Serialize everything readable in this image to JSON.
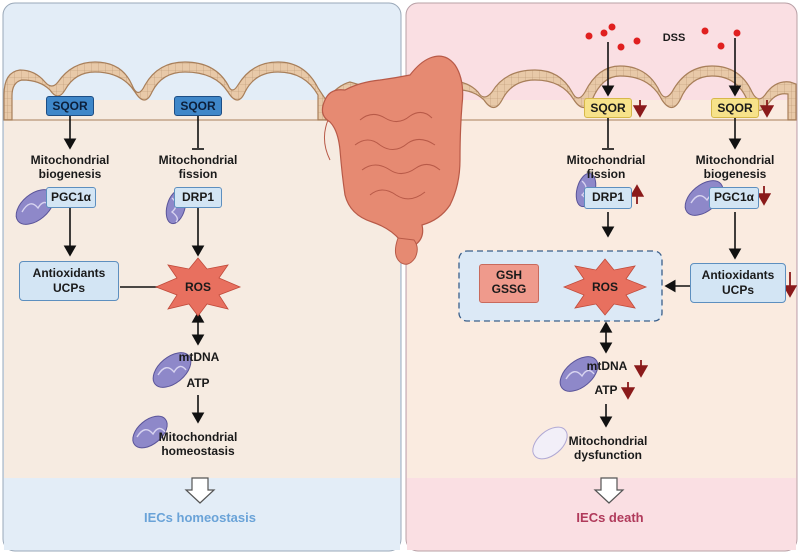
{
  "colors": {
    "left_panel": "#e3edf7",
    "left_inner": "#f6ebe1",
    "right_panel": "#fadfe3",
    "right_inner": "#faebe0",
    "villus_fill": "#e8c9a8",
    "villus_stroke": "#a87f5a",
    "sqor_blue": "#3f87c9",
    "sqor_yellow": "#f7e28a",
    "box_blue": "#d3e5f4",
    "ros_star": "#e8705f",
    "gsh_box": "#ef9a8c",
    "dark_red_arrow": "#8a1a1a",
    "footer_left": "#6aa3d8",
    "footer_right": "#b03a5b",
    "dss_dot": "#e02020",
    "mito": "#8e88c9"
  },
  "left": {
    "sqor_1": "SQOR",
    "sqor_2": "SQOR",
    "mito_biogenesis_1": "Mitochondrial",
    "mito_biogenesis_2": "biogenesis",
    "mito_fission_1": "Mitochondrial",
    "mito_fission_2": "fission",
    "pgc1a": "PGC1α",
    "drp1": "DRP1",
    "antioxidants_1": "Antioxidants",
    "antioxidants_2": "UCPs",
    "ros": "ROS",
    "mtdna": "mtDNA",
    "atp": "ATP",
    "homeostasis_1": "Mitochondrial",
    "homeostasis_2": "homeostasis",
    "footer": "IECs homeostasis"
  },
  "right": {
    "dss": "DSS",
    "sqor_1": "SQOR",
    "sqor_2": "SQOR",
    "mito_fission_1": "Mitochondrial",
    "mito_fission_2": "fission",
    "mito_biogenesis_1": "Mitochondrial",
    "mito_biogenesis_2": "biogenesis",
    "drp1": "DRP1",
    "pgc1a": "PGC1α",
    "gsh": "GSH",
    "gssg": "GSSG",
    "ros": "ROS",
    "antioxidants_1": "Antioxidants",
    "antioxidants_2": "UCPs",
    "mtdna": "mtDNA",
    "atp": "ATP",
    "dysfunction_1": "Mitochondrial",
    "dysfunction_2": "dysfunction",
    "footer": "IECs death"
  },
  "icons": {
    "colon": "colon-icon",
    "mitochondrion": "mitochondrion-icon",
    "dss_particle": "dss-particle-icon"
  }
}
